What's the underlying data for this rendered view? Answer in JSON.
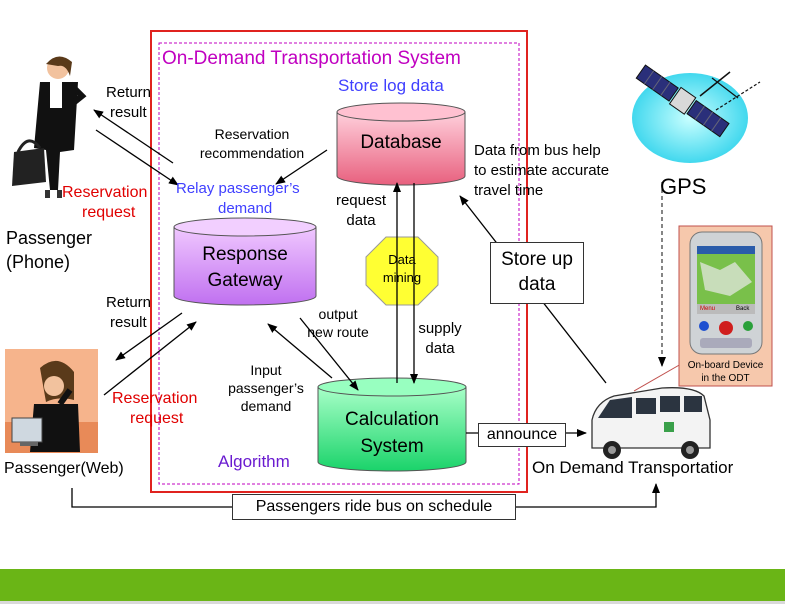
{
  "system": {
    "title": "On-Demand Transportation System",
    "store_log": "Store log data",
    "algorithm": "Algorithm"
  },
  "nodes": {
    "database": "Database",
    "response_gateway_1": "Response",
    "response_gateway_2": "Gateway",
    "calc_1": "Calculation",
    "calc_2": "System",
    "data_mining_1": "Data",
    "data_mining_2": "mining",
    "gps": "GPS"
  },
  "labels": {
    "return_result_top_1": "Return",
    "return_result_top_2": "result",
    "return_result_bot_1": "Return",
    "return_result_bot_2": "result",
    "reservation_req_top_1": "Reservation",
    "reservation_req_top_2": "request",
    "reservation_req_bot_1": "Reservation",
    "reservation_req_bot_2": "request",
    "reservation_rec_1": "Reservation",
    "reservation_rec_2": "recommendation",
    "relay_1": "Relay passenger’s",
    "relay_2": "demand",
    "request_data_1": "request",
    "request_data_2": "data",
    "output_route_1": "output",
    "output_route_2": "new route",
    "supply_data_1": "supply",
    "supply_data_2": "data",
    "input_demand_1": "Input",
    "input_demand_2": "passenger’s",
    "input_demand_3": "demand",
    "bus_help_1": "Data from bus help",
    "bus_help_2": "to estimate accurate",
    "bus_help_3": "travel time",
    "store_up_1": "Store up",
    "store_up_2": "data",
    "announce": "announce",
    "ride_schedule": "Passengers ride bus on schedule",
    "passenger_phone_1": "Passenger",
    "passenger_phone_2": "(Phone)",
    "passenger_web": "Passenger(Web)",
    "odt": "On Demand Transportatior",
    "onboard_1": "On-board  Device",
    "onboard_2": "in the ODT",
    "device_btn_left": "Menu",
    "device_btn_right": "Back"
  },
  "colors": {
    "system_border": "#e0231f",
    "system_inner": "#c000c0",
    "title": "#c000c0",
    "store_log": "#4040ff",
    "relay": "#4040ff",
    "algorithm": "#6a1bd0",
    "reservation": "#e00000",
    "database": "#f07e9a",
    "gateway": "#d98cff",
    "calc": "#34e07a",
    "data_mining": "#ffff33",
    "footer": "#6ab516"
  }
}
